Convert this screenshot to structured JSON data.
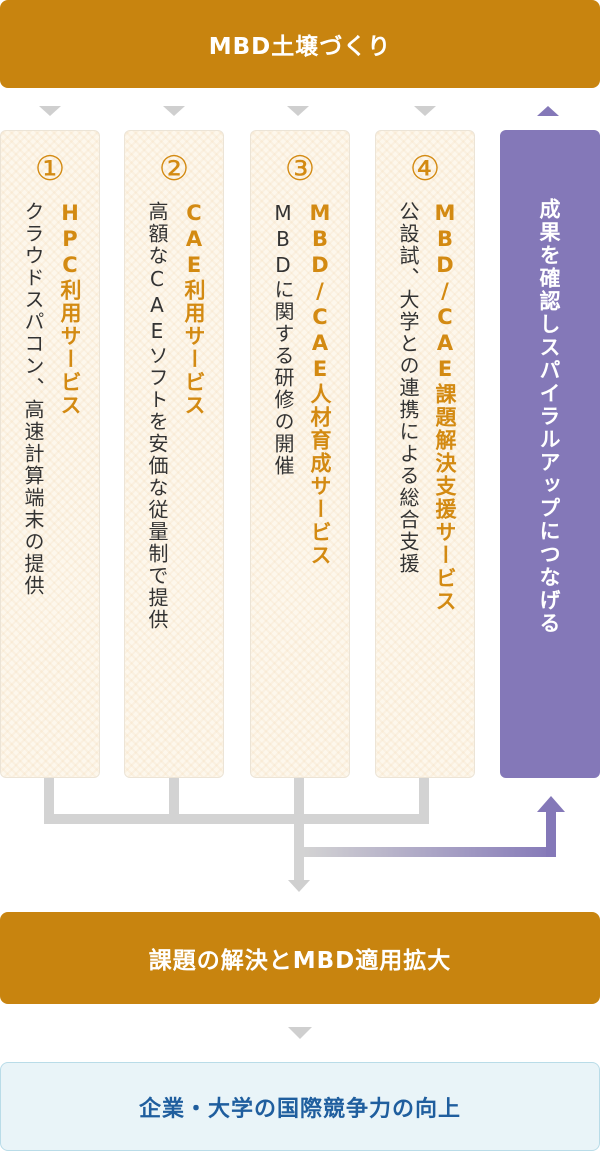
{
  "top_banner": {
    "label": "MBD土壌づくり"
  },
  "services": [
    {
      "number": "①",
      "title": "HPC利用サービス",
      "description": "クラウドスパコン、高速計算端末の提供"
    },
    {
      "number": "②",
      "title": "CAE利用サービス",
      "description": "高額なCAEソフトを安価な従量制で提供"
    },
    {
      "number": "③",
      "title": "MBD/CAE人材育成サービス",
      "description": "MBDに関する研修の開催"
    },
    {
      "number": "④",
      "title": "MBD/CAE課題解決支援サービス",
      "description": "公設試、大学との連携による総合支援"
    }
  ],
  "feedback_box": {
    "label": "成果を確認しスパイラルアップにつなげる"
  },
  "middle_banner": {
    "label": "課題の解決とMBD適用拡大"
  },
  "bottom_banner": {
    "label": "企業・大学の国際競争力の向上"
  },
  "colors": {
    "orange": "#c8840f",
    "orange_text": "#d38a12",
    "purple": "#8478b8",
    "blue_text": "#1f5e9e",
    "connector_gray": "#d3d3d3"
  }
}
